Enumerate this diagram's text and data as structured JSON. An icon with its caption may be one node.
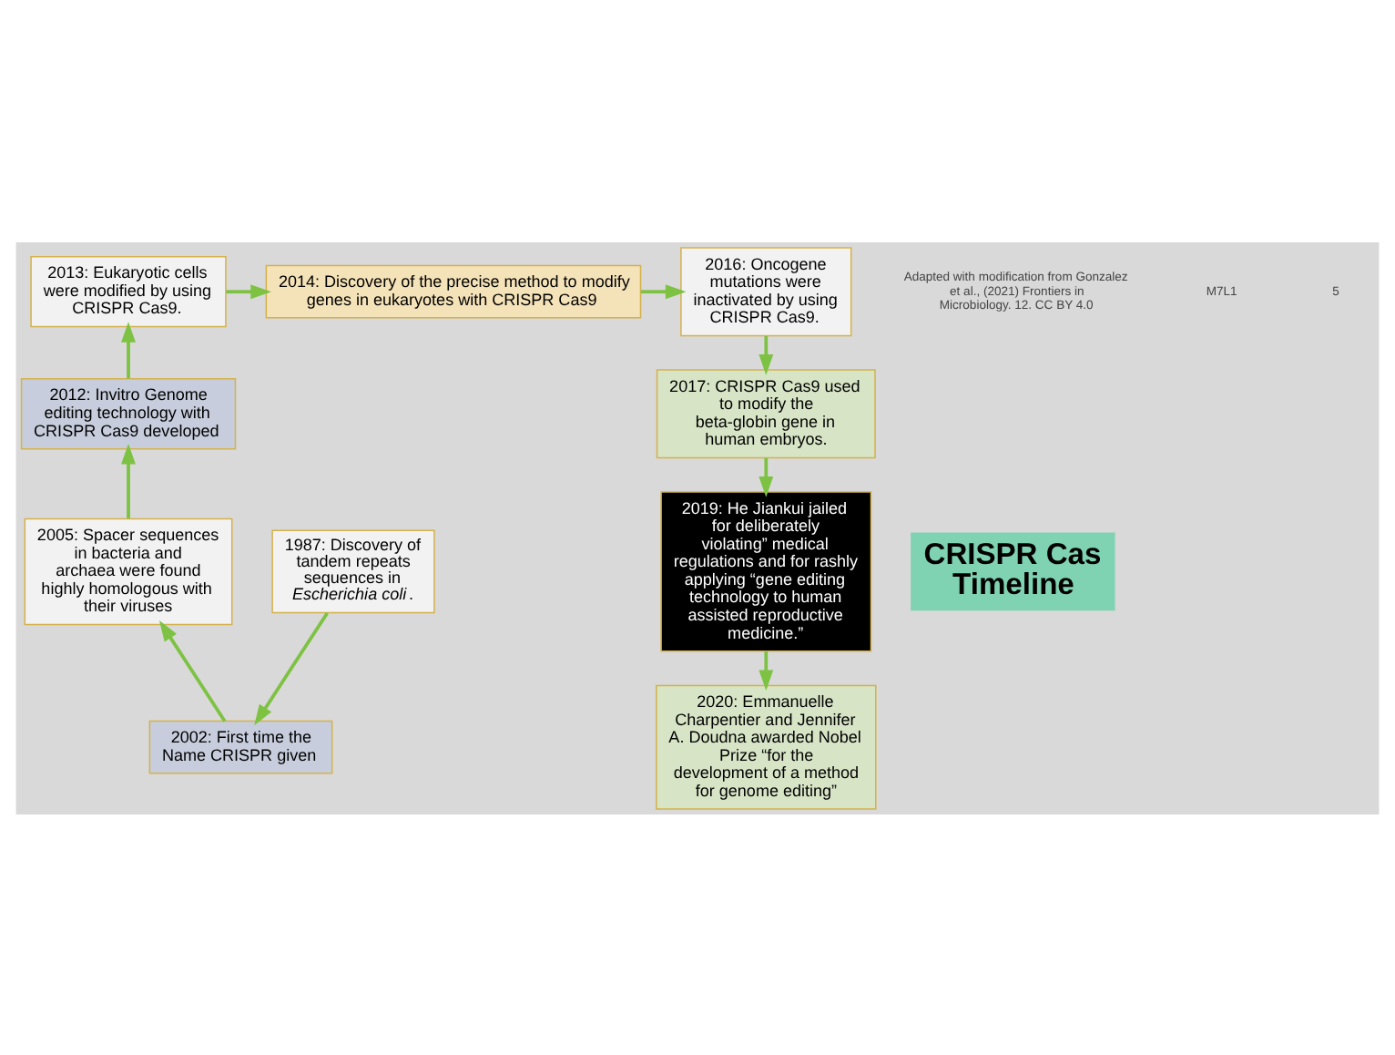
{
  "diagram": {
    "nodes": [
      {
        "text": [
          "2014: Discovery of the precise method to modify genes in eukaryotes with CRISPR Cas9"
        ]
      },
      {
        "text": [
          "2013: Eukaryotic cells were modified by using CRISPR Cas9."
        ]
      },
      {
        "text": [
          "2016: Oncogene mutations were inactivated by using CRISPR Cas9."
        ]
      },
      {
        "text": [
          "2012: Invitro Genome editing technology with CRISPR Cas9 developed"
        ]
      },
      {
        "text": [
          "2017: CRISPR Cas9 used to modify the beta-globin gene in human embryos."
        ]
      },
      {
        "text": [
          "2005: Spacer sequences in bacteria and archaea were found highly homologous with their viruses"
        ]
      },
      {
        "text": [
          "CRISPR Cas Timeline"
        ]
      },
      {
        "text": [
          "2019: He Jiankui jailed for deliberately violating” medical regulations and for rashly applying “gene editing technology to human assisted reproductive medicine.”"
        ]
      },
      {
        "text": [
          "2002: First time the Name CRISPR given"
        ]
      },
      {
        "text": [
          "2020: Emmanuelle Charpentier and Jennifer A. Doudna awarded Nobel Prize “for the development of a method for genome editing”"
        ]
      },
      {
        "text": [
          "1987: Discovery of tandem repeats sequences in *Escherichia coli*."
        ]
      }
    ],
    "edges": [
      {
        "from": 10,
        "to": 8,
        "arrow": "to"
      },
      {
        "from": 8,
        "to": 5,
        "arrow": "to"
      },
      {
        "from": 5,
        "to": 3,
        "arrow": "to"
      },
      {
        "from": 3,
        "to": 1,
        "arrow": "to"
      },
      {
        "from": 1,
        "to": 0,
        "arrow": "to"
      },
      {
        "from": 0,
        "to": 2,
        "arrow": "to"
      },
      {
        "from": 2,
        "to": 4,
        "arrow": "to"
      },
      {
        "from": 4,
        "to": 7,
        "arrow": "to"
      },
      {
        "from": 7,
        "to": 9,
        "arrow": "to"
      }
    ],
    "labels": [
      "Adapted with modification from Gonzalez et al., (2021) Frontiers in Microbiology. 12. CC BY 4.0",
      "M7L1",
      "5"
    ]
  }
}
